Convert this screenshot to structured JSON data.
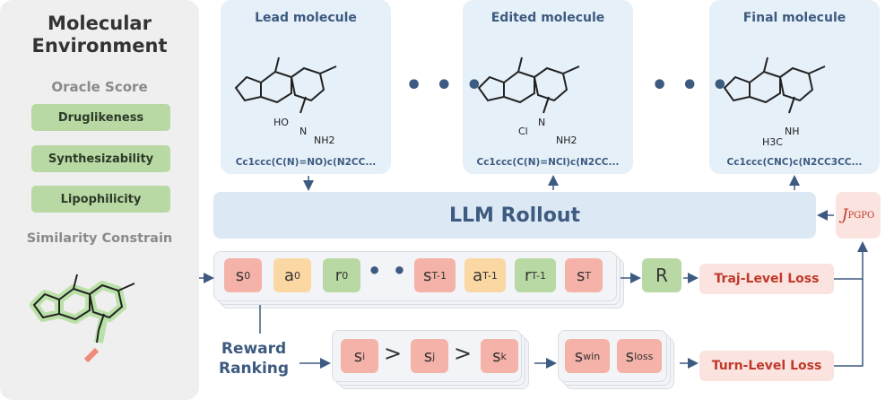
{
  "env": {
    "title": "Molecular\nEnvironment",
    "oracle_title": "Oracle Score",
    "oracles": [
      "Druglikeness",
      "Synthesizability",
      "Lipophilicity"
    ],
    "similarity_title": "Similarity Constrain"
  },
  "molecules": [
    {
      "title": "Lead molecule",
      "smiles": "Cc1ccc(C(N)=NO)c(N2CC...",
      "sub": [
        "HO",
        "N",
        "NH2"
      ]
    },
    {
      "title": "Edited molecule",
      "smiles": "Cc1ccc(C(N)=NCl)c(N2CC...",
      "sub": [
        "Cl",
        "N",
        "NH2"
      ]
    },
    {
      "title": "Final molecule",
      "smiles": "Cc1ccc(CNC)c(N2CC3CC...",
      "sub": [
        "H3C",
        "NH"
      ]
    }
  ],
  "dots": "• • •",
  "rollout_label": "LLM Rollout",
  "objective_label": "J",
  "objective_sub": "PGPO",
  "trajectory": {
    "tokens": [
      {
        "b": "s",
        "sub": "0",
        "kind": "s"
      },
      {
        "b": "a",
        "sub": "0",
        "kind": "a"
      },
      {
        "b": "r",
        "sub": "0",
        "kind": "r"
      },
      {
        "b": "s",
        "sub": "T-1",
        "kind": "s"
      },
      {
        "b": "a",
        "sub": "T-1",
        "kind": "a"
      },
      {
        "b": "r",
        "sub": "T-1",
        "kind": "r"
      },
      {
        "b": "s",
        "sub": "T",
        "kind": "s"
      }
    ],
    "reward": "R",
    "loss": "Traj-Level Loss"
  },
  "ranking": {
    "label": "Reward\nRanking",
    "tokens": [
      {
        "b": "s",
        "sub": "i"
      },
      {
        "b": "s",
        "sub": "j"
      },
      {
        "b": "s",
        "sub": "k"
      }
    ],
    "op": ">",
    "pair": [
      {
        "b": "s",
        "sub": "win"
      },
      {
        "b": "s",
        "sub": "loss"
      }
    ],
    "loss": "Turn-Level Loss"
  },
  "colors": {
    "state": "#f5b2a8",
    "action": "#fbd7a3",
    "reward": "#b9d9a4",
    "loss": "#c0392b",
    "accent": "#3d5a80"
  }
}
